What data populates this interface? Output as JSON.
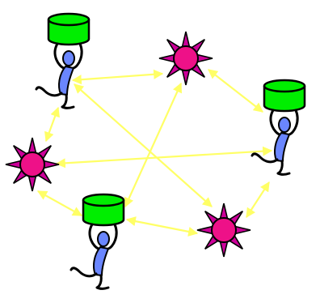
{
  "diagram": {
    "kind": "network-graph",
    "nodes": [
      {
        "id": "person-top-left",
        "type": "person-holding-database"
      },
      {
        "id": "person-right",
        "type": "person-holding-database"
      },
      {
        "id": "person-bottom",
        "type": "person-holding-database"
      },
      {
        "id": "star-top",
        "type": "sun-node"
      },
      {
        "id": "star-left",
        "type": "sun-node"
      },
      {
        "id": "star-bottom-right",
        "type": "sun-node"
      }
    ],
    "edges": [
      {
        "from": "person-top-left",
        "to": "star-top",
        "direction": "both"
      },
      {
        "from": "star-top",
        "to": "person-right",
        "direction": "both"
      },
      {
        "from": "person-right",
        "to": "star-bottom-right",
        "direction": "both"
      },
      {
        "from": "star-bottom-right",
        "to": "person-bottom",
        "direction": "both"
      },
      {
        "from": "person-bottom",
        "to": "star-left",
        "direction": "both"
      },
      {
        "from": "star-left",
        "to": "person-top-left",
        "direction": "both"
      },
      {
        "from": "person-top-left",
        "to": "star-bottom-right",
        "direction": "both"
      },
      {
        "from": "star-top",
        "to": "person-bottom",
        "direction": "both"
      },
      {
        "from": "person-right",
        "to": "star-left",
        "direction": "both"
      }
    ],
    "colors": {
      "edge": "#ffff66",
      "database": "#00ee00",
      "person": "#6a86ff",
      "star_body": "#ee1188",
      "star_spikes": "#cc0099",
      "outline": "#000000",
      "background": "#ffffff"
    }
  }
}
